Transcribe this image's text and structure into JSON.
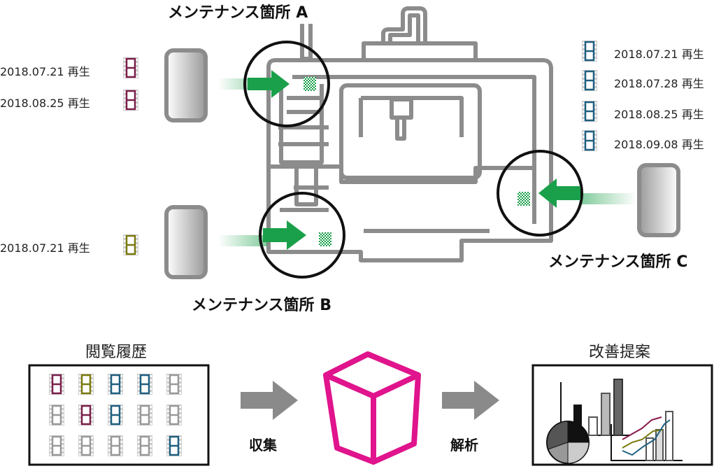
{
  "maintenance_points": {
    "a": {
      "label": "メンテナンス箇所 A"
    },
    "b": {
      "label": "メンテナンス箇所 B"
    },
    "c": {
      "label": "メンテナンス箇所 C"
    }
  },
  "playback_records": {
    "a": [
      {
        "text": "2018.07.21 再生",
        "color": "#7a1f4a"
      },
      {
        "text": "2018.08.25 再生",
        "color": "#7a1f4a"
      }
    ],
    "b": [
      {
        "text": "2018.07.21 再生",
        "color": "#7a7a10"
      }
    ],
    "c": [
      {
        "text": "2018.07.21 再生",
        "color": "#1f5f80"
      },
      {
        "text": "2018.07.28 再生",
        "color": "#1f5f80"
      },
      {
        "text": "2018.08.25 再生",
        "color": "#1f5f80"
      },
      {
        "text": "2018.09.08 再生",
        "color": "#1f5f80"
      }
    ]
  },
  "flow": {
    "history_label": "閲覧履歴",
    "collect_label": "収集",
    "analyze_label": "解析",
    "proposal_label": "改善提案"
  },
  "history_grid": [
    [
      "#7a1f4a",
      "#7a7a10",
      "#1f5f80",
      "#1f5f80",
      "#999999"
    ],
    [
      "#999999",
      "#7a1f4a",
      "#1f5f80",
      "#999999",
      "#999999"
    ],
    [
      "#999999",
      "#999999",
      "#999999",
      "#999999",
      "#1f5f80"
    ]
  ],
  "colors": {
    "machine_gray": "#8c8c8c",
    "arrow_green": "#1aa04a",
    "flow_arrow_gray": "#8a8a8a",
    "box_magenta": "#e0148c"
  }
}
